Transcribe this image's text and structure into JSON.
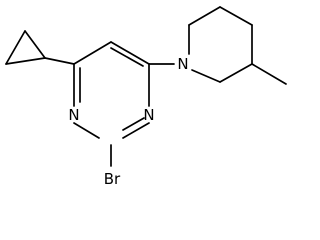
{
  "molecule": {
    "atoms": {
      "n_top": "N",
      "n_left": "N",
      "n_right": "N",
      "br": "Br"
    }
  }
}
